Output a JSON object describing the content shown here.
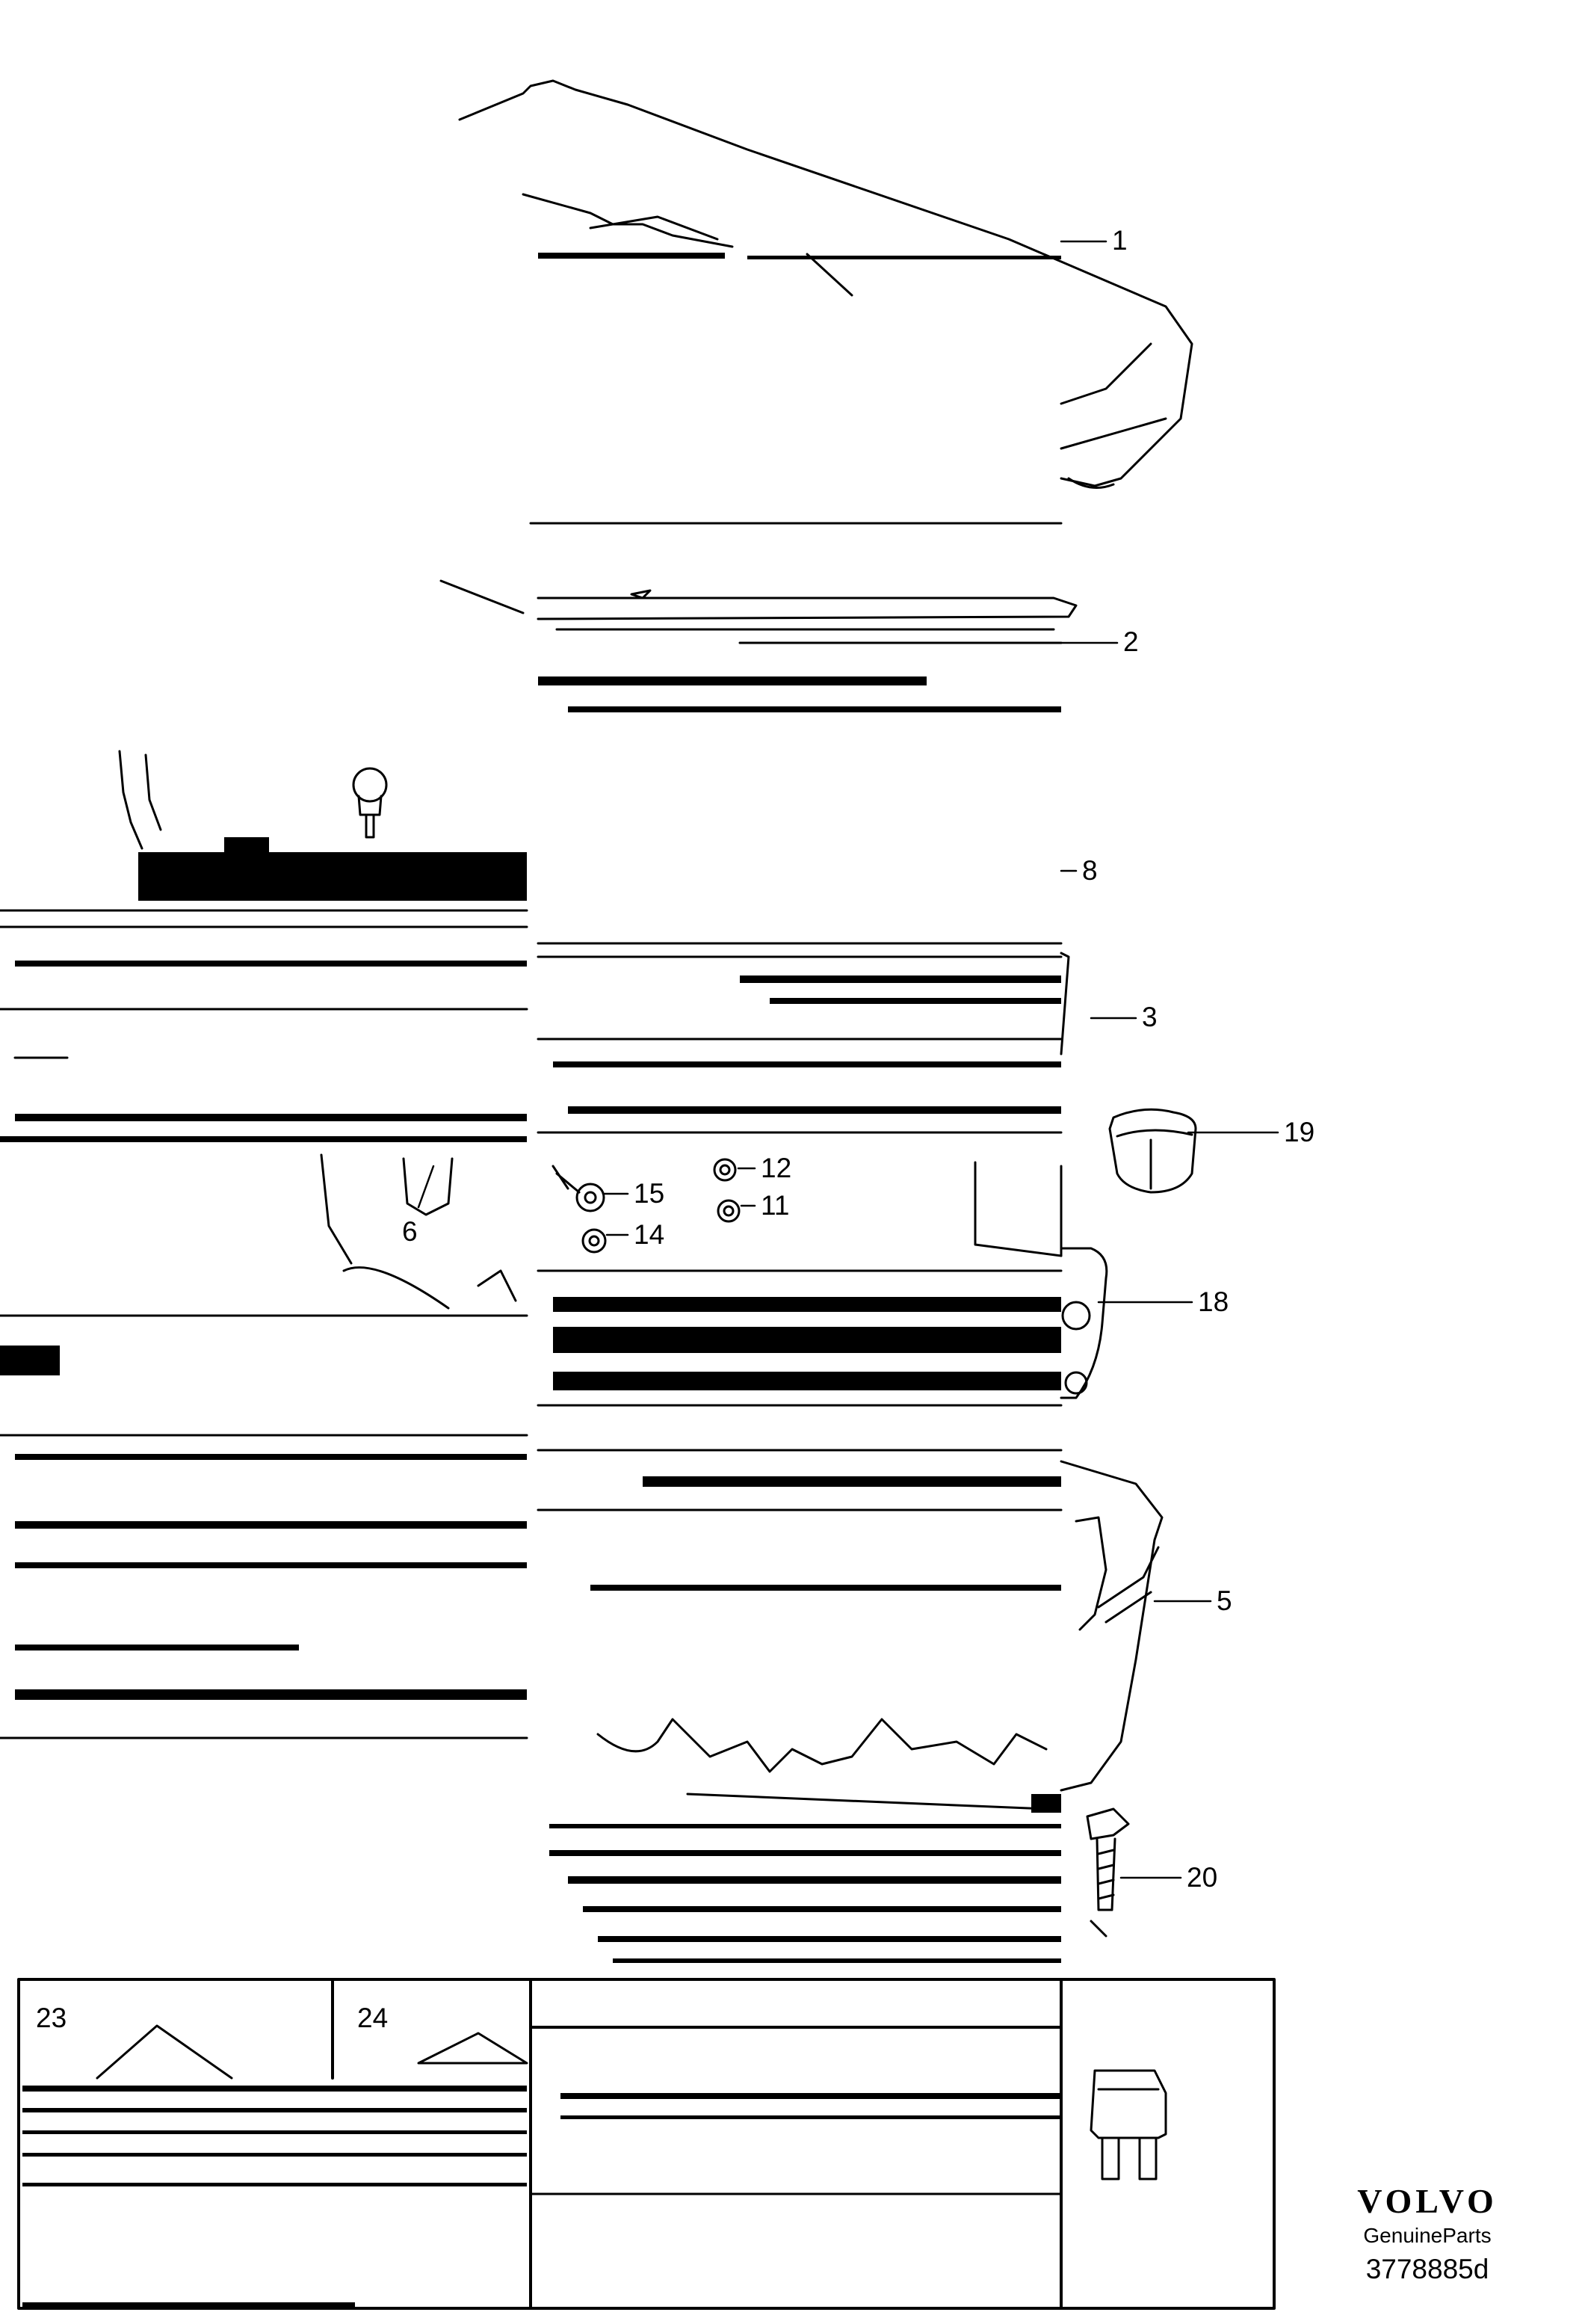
{
  "callouts": [
    "1",
    "2",
    "8",
    "3",
    "19",
    "12",
    "15",
    "11",
    "6",
    "14",
    "18",
    "5",
    "20"
  ],
  "panels": [
    "23",
    "24"
  ],
  "brand": {
    "logo": "VOLVO",
    "subtitle": "GenuineParts",
    "diagram_code": "3778885d"
  }
}
